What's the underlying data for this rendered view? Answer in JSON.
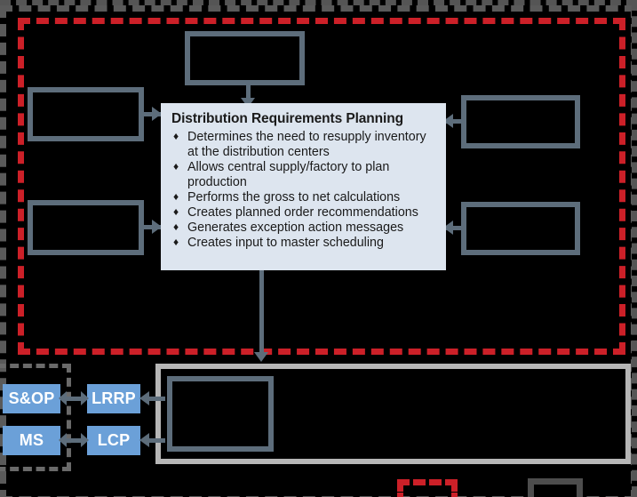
{
  "diagram": {
    "title": "Distribution Requirements Planning diagram",
    "colors": {
      "background": "#000000",
      "panel_fill": "#dde5ef",
      "box_border": "#5d6d7b",
      "accent_blue": "#6ba0d8",
      "selection_red": "#cc2028",
      "frame_gray": "#5a5a5a",
      "light_gray": "#b6b6b6"
    },
    "panel": {
      "heading": "Distribution Requirements Planning",
      "bullet_glyph": "♦",
      "bullets": [
        "Determines the need to resupply inventory at the distribution centers",
        "Allows central supply/factory to plan production",
        "Performs the gross to net calculations",
        "Creates planned order recommendations",
        "Generates exception action messages",
        "Creates input to master scheduling"
      ]
    },
    "empty_boxes": [
      {
        "id": "top-center-box",
        "label": ""
      },
      {
        "id": "left-upper-box",
        "label": ""
      },
      {
        "id": "left-lower-box",
        "label": ""
      },
      {
        "id": "right-upper-box",
        "label": ""
      },
      {
        "id": "right-lower-box",
        "label": ""
      },
      {
        "id": "bottom-inner-box",
        "label": ""
      },
      {
        "id": "bottom-right-cut-box",
        "label": ""
      }
    ],
    "process_blocks": [
      {
        "id": "sop",
        "label": "S&OP"
      },
      {
        "id": "lrrp",
        "label": "LRRP"
      },
      {
        "id": "ms",
        "label": "MS"
      },
      {
        "id": "lcp",
        "label": "LCP"
      }
    ],
    "connectors": [
      {
        "id": "top-to-panel",
        "kind": "arrow-down"
      },
      {
        "id": "left-upper-to-panel",
        "kind": "arrow-right"
      },
      {
        "id": "left-lower-to-panel",
        "kind": "arrow-right"
      },
      {
        "id": "right-upper-to-panel",
        "kind": "arrow-left"
      },
      {
        "id": "right-lower-to-panel",
        "kind": "arrow-left"
      },
      {
        "id": "panel-to-bottom",
        "kind": "arrow-down"
      },
      {
        "id": "sop-lrrp",
        "kind": "double-arrow"
      },
      {
        "id": "ms-lcp",
        "kind": "double-arrow"
      },
      {
        "id": "container-to-lrrp",
        "kind": "arrow-left"
      },
      {
        "id": "container-to-lcp",
        "kind": "arrow-left"
      }
    ]
  }
}
